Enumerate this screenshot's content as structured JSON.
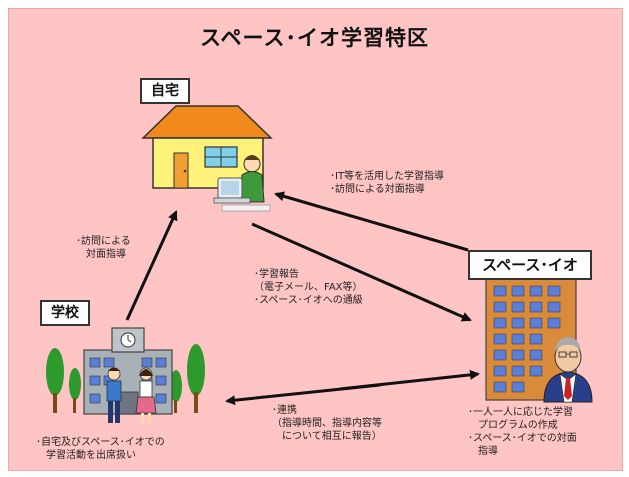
{
  "title": "スペース･イオ学習特区",
  "nodes": {
    "home": "自宅",
    "school": "学校",
    "space_io": "スペース･イオ"
  },
  "annotations": {
    "to_home_from_io": "･IT等を活用した学習指導\n･訪問による対面指導",
    "school_to_home": "･訪問による\n　対面指導",
    "home_to_io": "･学習報告\n（電子メール、FAX等）\n･スペース･イオへの通級",
    "school_io": "･連携\n（指導時間、指導内容等\n　について相互に報告）",
    "school_note": "･自宅及びスペース･イオでの\n　学習活動を出席扱い",
    "io_note": "･一人一人に応じた学習\n　プログラムの作成\n･スペース･イオでの対面\n　指導"
  },
  "colors": {
    "background": "#ffc4c4",
    "roof": "#f08a1c",
    "house_wall": "#fff27a",
    "tree": "#2e9a2e",
    "school_wall": "#a8b0b8",
    "building": "#d98a3a",
    "window": "#5b7fd6"
  }
}
